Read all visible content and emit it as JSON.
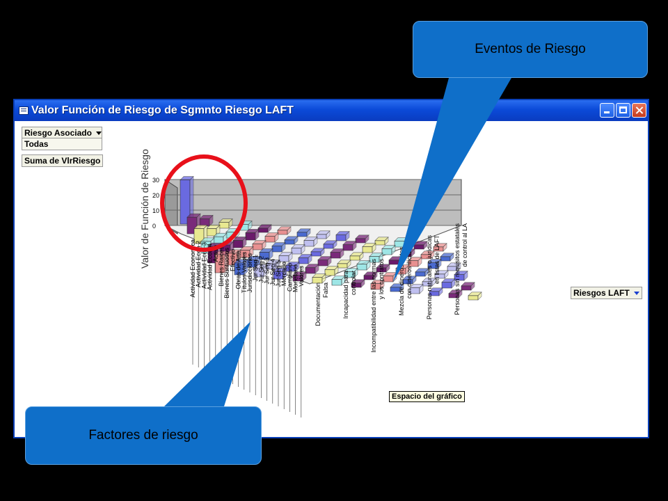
{
  "window": {
    "title": "Valor Función de Riesgo de Sgmnto Riesgo LAFT"
  },
  "filters": {
    "riesgo_asociado_label": "Riesgo Asociado",
    "riesgo_asociado_value": "Todas",
    "data_field": "Suma de VlrRiesgo",
    "series_field": "Riesgos  LAFT"
  },
  "chart_space_label": "Espacio del gráfico",
  "callouts": {
    "eventos": "Eventos de Riesgo",
    "factores": "Factores de riesgo"
  },
  "colors": {
    "callout": "#0f6fc9",
    "highlight_circle": "#e8101a",
    "titlebar": "#0b4ad8"
  },
  "chart_data": {
    "type": "bar",
    "variant": "3d",
    "ylabel": "Valor de Función de Riesgo",
    "ylim": [
      0,
      30
    ],
    "yticks": [
      0,
      10,
      20,
      30
    ],
    "grid": true,
    "x_factor_categories": [
      "Actividad Economica",
      "Actividad Econ 2",
      "Actividad Econ 3",
      "Actividad Econ 4",
      "Activo",
      "Bienes Raices",
      "Bienes Suntuosos",
      "Efectivo",
      "Obras de Arte",
      "Títulos Valores",
      "Jurisdicciones",
      "Jur Seg 1",
      "Jur Seg 2",
      "Jur Seg 3",
      "Jur Seg 4",
      "Jur Seg 5",
      "Mercado",
      "Cambiario",
      "Monetario",
      "Valores"
    ],
    "x_event_categories": [
      "Documentación Falsa",
      "Incapacidad para controlar",
      "Incompatibilidad entre las normas y los contratos",
      "Mezcla de dineros lícitos con dineros ilícitos",
      "Personas naturales o jurídicas en listas de LAFT",
      "Personas sin requisitos estatales de control al LA"
    ]
  }
}
